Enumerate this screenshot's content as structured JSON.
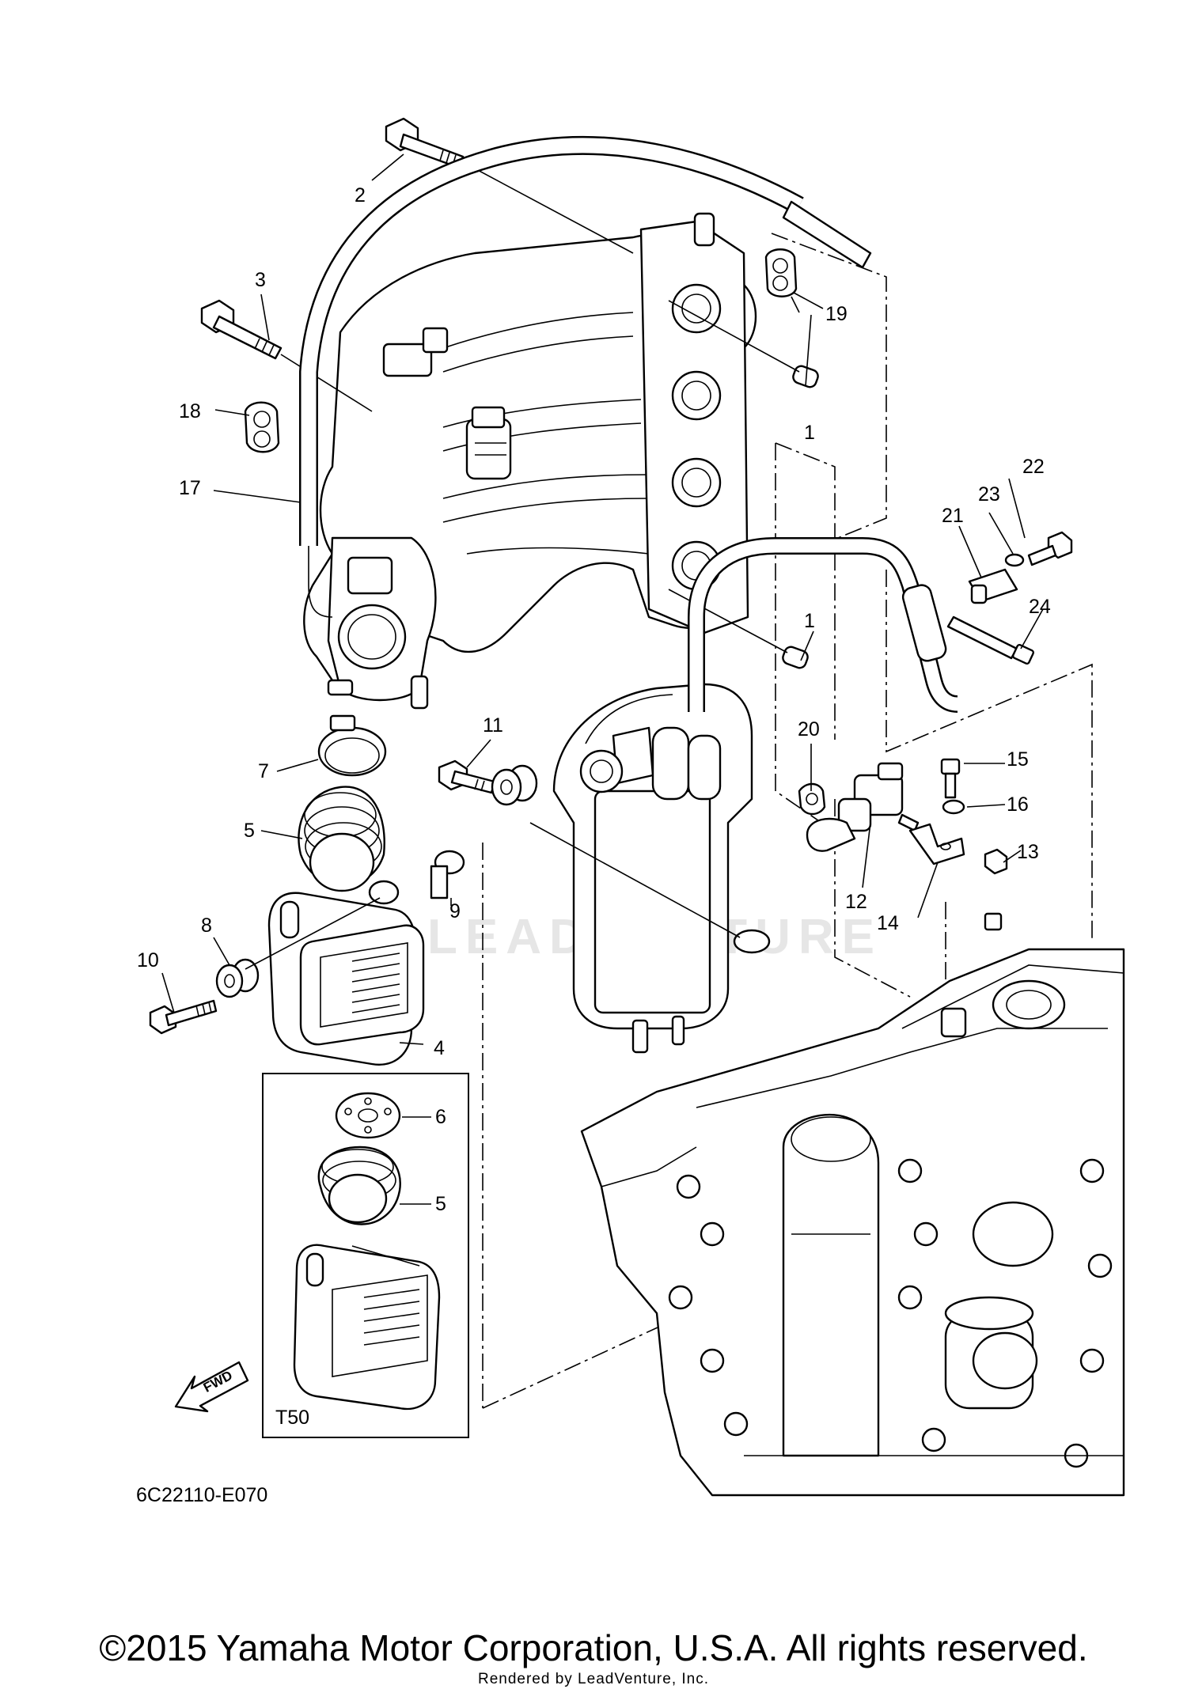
{
  "diagram": {
    "part_code": "6C22110-E070",
    "inset_label": "T50",
    "fwd_label": "FWD",
    "watermark": "LEADVENTURE",
    "callouts": [
      "1",
      "1",
      "2",
      "3",
      "4",
      "5",
      "5",
      "6",
      "7",
      "8",
      "9",
      "10",
      "11",
      "12",
      "13",
      "14",
      "15",
      "16",
      "17",
      "18",
      "19",
      "20",
      "21",
      "22",
      "23",
      "24"
    ]
  },
  "footer": {
    "copyright": "©2015 Yamaha Motor Corporation, U.S.A. All rights reserved.",
    "rendered_by": "Rendered by LeadVenture, Inc."
  }
}
